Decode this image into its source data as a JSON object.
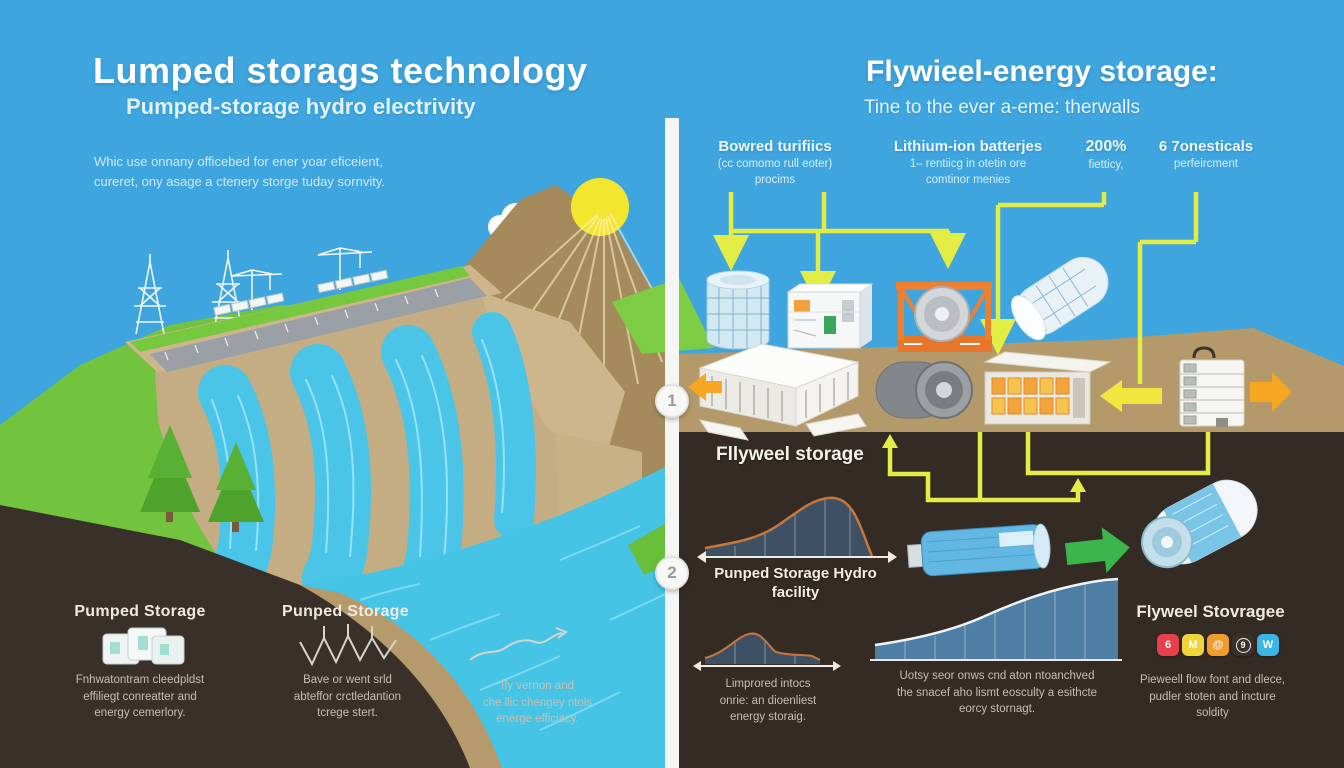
{
  "left": {
    "title": "Lumped storags technology",
    "subtitle": "Pumped-storage hydro electrivity",
    "intro": [
      "Whic use onnany officebed for ener yoar eficeient,",
      "cureret, ony asage a ctenery storge tuday sornvity."
    ],
    "footer": [
      {
        "title": "Pumped Storage",
        "icon": "battery-pack-icon",
        "caption": [
          "Fnhwatontram cleedpldst",
          "effiliegt conreatter and",
          "energy cemerlory."
        ]
      },
      {
        "title": "Punped Storage",
        "icon": "zigzag-molecule-icon",
        "caption": [
          "Bave or went srld",
          "abteffor crctledantion",
          "tcrege stert."
        ]
      },
      {
        "title": "",
        "icon": "squiggle-arrow-icon",
        "caption": [
          "Ify vernon and",
          "che llic chengey ntols",
          "energe efficiacy."
        ]
      }
    ]
  },
  "divider": {
    "badge1": "1",
    "badge2": "2"
  },
  "right": {
    "title": "Flywieel-energy storage:",
    "subtitle": "Tine to the ever a-eme: therwalls",
    "columns": [
      {
        "title": "Bowred turifiics",
        "sub": [
          "(cc comomo rull eoter)",
          "procims"
        ]
      },
      {
        "title": "Lithium-ion batterjes",
        "sub": [
          "1– rentiicg in otetin ore",
          "comtinor menies"
        ]
      },
      {
        "title": "200%",
        "sub": [
          "fietticy,"
        ]
      },
      {
        "title": "6 7onesticals",
        "sub": [
          "perfeircment"
        ]
      }
    ],
    "band_label": "Fllyweel storage",
    "chart1_caption": [
      "Punped Storage Hydro",
      "facility"
    ],
    "chart2_caption": [
      "Limprored intocs",
      "onrie: an dioenliest",
      "energy storaig."
    ],
    "chart3_caption": [
      "Uotsy seor onws cnd aton ntoanchved",
      "the snacef aho lismt eosculty a esithcte",
      "eorcy stornagt."
    ],
    "footer": {
      "title": "Flyweel Stovragee",
      "caption": [
        "Pieweell flow font and dlece,",
        "pudler stoten and incture",
        "soldity"
      ],
      "icons": [
        {
          "glyph": "6",
          "bg": "#e8404a"
        },
        {
          "glyph": "M",
          "bg": "#f0d43c"
        },
        {
          "glyph": "@",
          "bg": "#f29c2e"
        },
        {
          "glyph": "9",
          "bg": "#38302a"
        },
        {
          "glyph": "W",
          "bg": "#3cb4e6"
        }
      ]
    }
  },
  "colors": {
    "sky": "#3fa5de",
    "ground_tan": "#b49a6a",
    "dark_brown": "#352b25",
    "grass": "#72c33e",
    "water": "#4fc8e9",
    "connector_yellow": "#e4ec46",
    "arrow_orange": "#f5a623",
    "arrow_green": "#3cb54a",
    "sun": "#f2e72e",
    "chart_fill_dark": "#3d5064",
    "chart_fill_blue": "#4e7ea3",
    "chart_line_orange": "#c8763c"
  }
}
